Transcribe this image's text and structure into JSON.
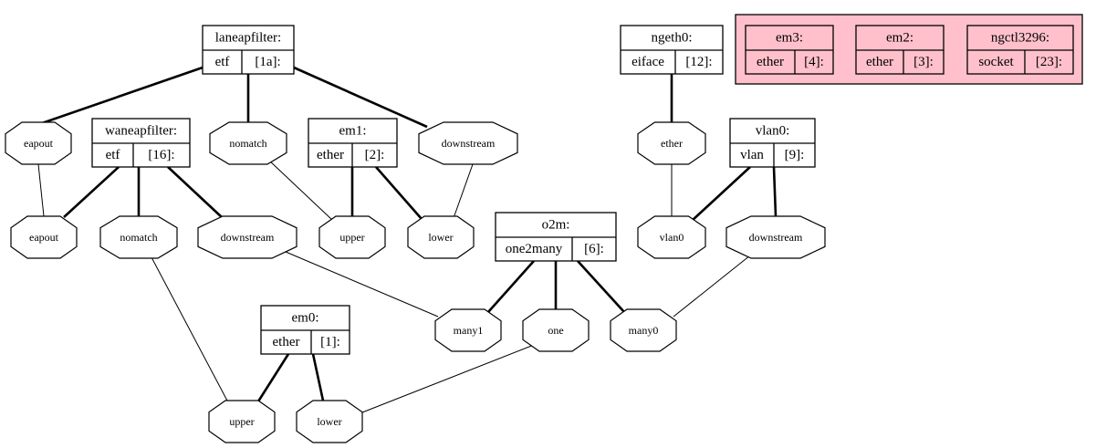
{
  "colors": {
    "cluster_fill": "#ffc0cb",
    "node_fill": "#ffffff",
    "stroke": "#000000"
  },
  "records": {
    "laneapfilter": {
      "name": "laneapfilter:",
      "type": "etf",
      "id": "[1a]:"
    },
    "waneapfilter": {
      "name": "waneapfilter:",
      "type": "etf",
      "id": "[16]:"
    },
    "em1": {
      "name": "em1:",
      "type": "ether",
      "id": "[2]:"
    },
    "ngeth0": {
      "name": "ngeth0:",
      "type": "eiface",
      "id": "[12]:"
    },
    "vlan0": {
      "name": "vlan0:",
      "type": "vlan",
      "id": "[9]:"
    },
    "o2m": {
      "name": "o2m:",
      "type": "one2many",
      "id": "[6]:"
    },
    "em0": {
      "name": "em0:",
      "type": "ether",
      "id": "[1]:"
    },
    "em3": {
      "name": "em3:",
      "type": "ether",
      "id": "[4]:"
    },
    "em2": {
      "name": "em2:",
      "type": "ether",
      "id": "[3]:"
    },
    "ngctl3296": {
      "name": "ngctl3296:",
      "type": "socket",
      "id": "[23]:"
    }
  },
  "hooks": {
    "lan_eapout": "eapout",
    "lan_nomatch": "nomatch",
    "lan_downstream": "downstream",
    "ngeth_ether": "ether",
    "wan_eapout": "eapout",
    "wan_nomatch": "nomatch",
    "wan_downstream": "downstream",
    "em1_upper": "upper",
    "em1_lower": "lower",
    "vlan_vlan0": "vlan0",
    "vlan_downstream": "downstream",
    "o2m_many1": "many1",
    "o2m_one": "one",
    "o2m_many0": "many0",
    "em0_upper": "upper",
    "em0_lower": "lower"
  }
}
